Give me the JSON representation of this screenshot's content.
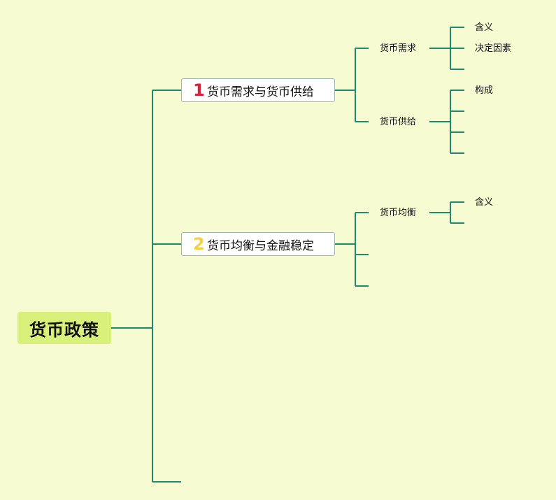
{
  "root": {
    "label": "货币政策"
  },
  "topics": [
    {
      "number": "1",
      "label": "货币需求与货币供给",
      "subtopics": [
        {
          "label": "货币需求",
          "leaves": [
            "含义",
            "决定因素",
            ""
          ]
        },
        {
          "label": "货币供给",
          "leaves": [
            "构成",
            "",
            "",
            ""
          ]
        }
      ]
    },
    {
      "number": "2",
      "label": "货币均衡与金融稳定",
      "subtopics": [
        {
          "label": "货币均衡",
          "leaves": [
            "含义",
            ""
          ]
        },
        {
          "label": "",
          "leaves": []
        },
        {
          "label": "",
          "leaves": []
        }
      ]
    },
    {
      "number": "",
      "label": ""
    }
  ],
  "colors": {
    "background": "#f6fbd2",
    "connector": "#1f8a6e",
    "root_fill": "#d9f07a",
    "number_1": "#d1233b",
    "number_2": "#f2d04a"
  }
}
